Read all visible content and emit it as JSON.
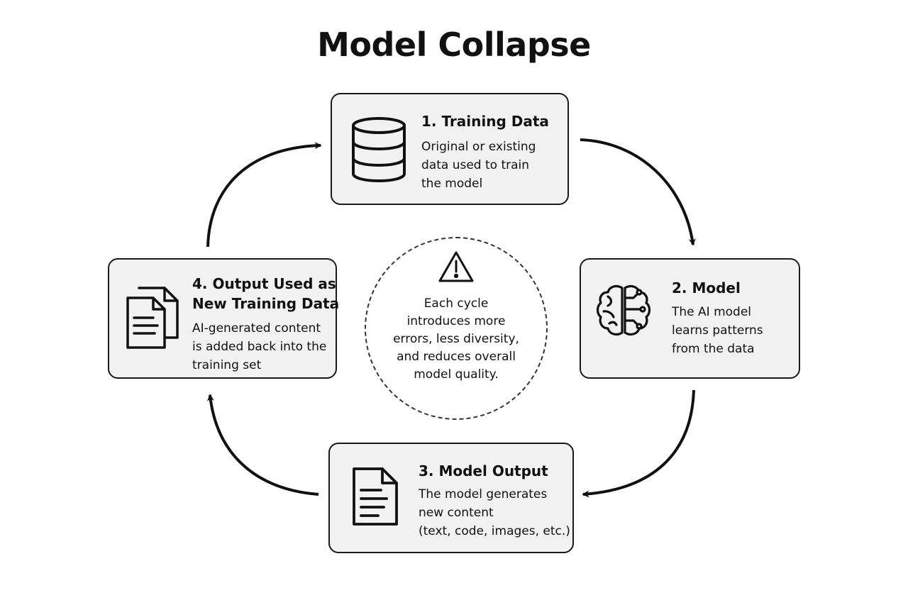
{
  "title": "Model Collapse",
  "steps": [
    {
      "title": "1. Training Data",
      "description": [
        "Original or existing",
        "data used to train",
        "the model"
      ],
      "icon": "database-icon"
    },
    {
      "title": "2. Model",
      "description": [
        "The AI model",
        "learns patterns",
        "from the data"
      ],
      "icon": "brain-icon"
    },
    {
      "title": "3. Model Output",
      "description": [
        "The model generates",
        "new content",
        "(text, code, images, etc.)"
      ],
      "icon": "document-icon"
    },
    {
      "title_lines": [
        "4. Output Used as",
        "New Training Data"
      ],
      "description": [
        "AI-generated content",
        "is added back into the",
        "training set"
      ],
      "icon": "documents-stack-icon"
    }
  ],
  "center_note": {
    "icon": "warning-icon",
    "lines": [
      "Each cycle",
      "introduces more",
      "errors, less diversity,",
      "and reduces overall",
      "model quality."
    ]
  },
  "colors": {
    "card_fill": "#f2f2f2",
    "stroke": "#1a1a1a",
    "background": "#ffffff"
  }
}
